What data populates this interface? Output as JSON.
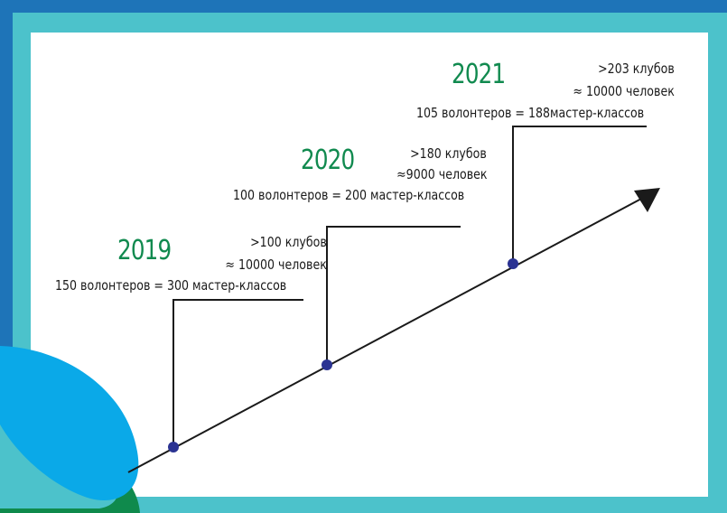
{
  "colors": {
    "frame_outer": "#1e74b8",
    "frame_inner": "#4cc2cb",
    "card": "#ffffff",
    "year_text": "#118a4f",
    "marker": "#2b3392",
    "line": "#1a1a1a"
  },
  "timeline": [
    {
      "year": "2019",
      "clubs": ">100 клубов",
      "people": "≈ 10000 человек",
      "volunteers": "150 волонтеров = 300 мастер-классов"
    },
    {
      "year": "2020",
      "clubs": ">180 клубов",
      "people": "≈9000 человек",
      "volunteers": "100 волонтеров = 200 мастер-классов"
    },
    {
      "year": "2021",
      "clubs": ">203 клубов",
      "people": "≈ 10000 человек",
      "volunteers": "105 волонтеров = 188мастер-классов"
    }
  ]
}
